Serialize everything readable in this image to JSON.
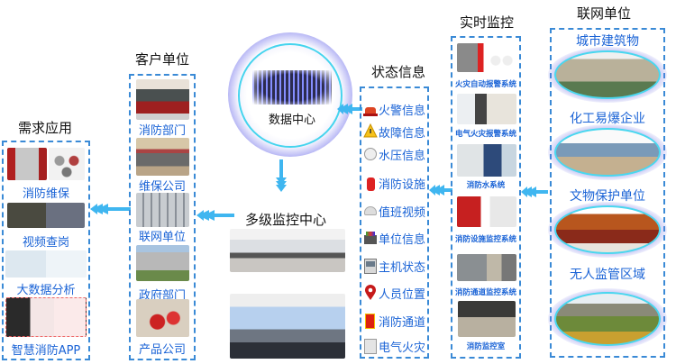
{
  "columns": {
    "demand_apps": {
      "title": "需求应用",
      "items": [
        {
          "label": "消防维保",
          "image": "maintenance-photo"
        },
        {
          "label": "视频查岗",
          "image": "video-monitoring-photo"
        },
        {
          "label": "大数据分析",
          "image": "big-data-dashboard"
        },
        {
          "label": "智慧消防APP",
          "image": "mobile-app-screens"
        }
      ]
    },
    "customer_units": {
      "title": "客户单位",
      "items": [
        {
          "label": "消防部门",
          "image": "fire-trucks-photo"
        },
        {
          "label": "维保公司",
          "image": "maintenance-room-photo"
        },
        {
          "label": "联网单位",
          "image": "monitor-wall-photo"
        },
        {
          "label": "政府部门",
          "image": "government-building-photo"
        },
        {
          "label": "产品公司",
          "image": "fire-products-photo"
        }
      ]
    },
    "data_center": {
      "label": "数据中心",
      "image": "server-room"
    },
    "multi_level_center": {
      "title": "多级监控中心",
      "images": [
        "control-room-desks",
        "control-room-video-wall"
      ]
    },
    "status_info": {
      "title": "状态信息",
      "items": [
        {
          "label": "火警信息",
          "icon": "alarm-light-icon"
        },
        {
          "label": "故障信息",
          "icon": "warning-triangle-icon"
        },
        {
          "label": "水压信息",
          "icon": "pressure-gauge-icon"
        },
        {
          "label": "消防设施",
          "icon": "fire-extinguisher-icon"
        },
        {
          "label": "值班视频",
          "icon": "dome-camera-icon"
        },
        {
          "label": "单位信息",
          "icon": "building-icon"
        },
        {
          "label": "主机状态",
          "icon": "control-panel-icon"
        },
        {
          "label": "人员位置",
          "icon": "location-pin-icon"
        },
        {
          "label": "消防通道",
          "icon": "exit-sign-icon"
        },
        {
          "label": "电气火灾",
          "icon": "electric-box-icon"
        }
      ]
    },
    "realtime_monitoring": {
      "title": "实时监控",
      "items": [
        {
          "label": "火灾自动报警系统"
        },
        {
          "label": "电气火灾报警系统"
        },
        {
          "label": "消防水系统"
        },
        {
          "label": "消防设施监控系统"
        },
        {
          "label": "消防通道监控系统"
        },
        {
          "label": "消防监控室"
        }
      ]
    },
    "linked_units": {
      "title": "联网单位",
      "items": [
        {
          "label": "城市建筑物",
          "image": "city-towers"
        },
        {
          "label": "化工易爆企业",
          "image": "chemical-plant"
        },
        {
          "label": "文物保护单位",
          "image": "ancient-palace"
        },
        {
          "label": "无人监管区域",
          "image": "forest-hill"
        }
      ]
    }
  },
  "colors": {
    "label_blue": "#1a63d6",
    "dash_border": "#3a8ad6",
    "ring_cyan": "#45d4ee",
    "arrow_blue": "#3fb6f0"
  }
}
